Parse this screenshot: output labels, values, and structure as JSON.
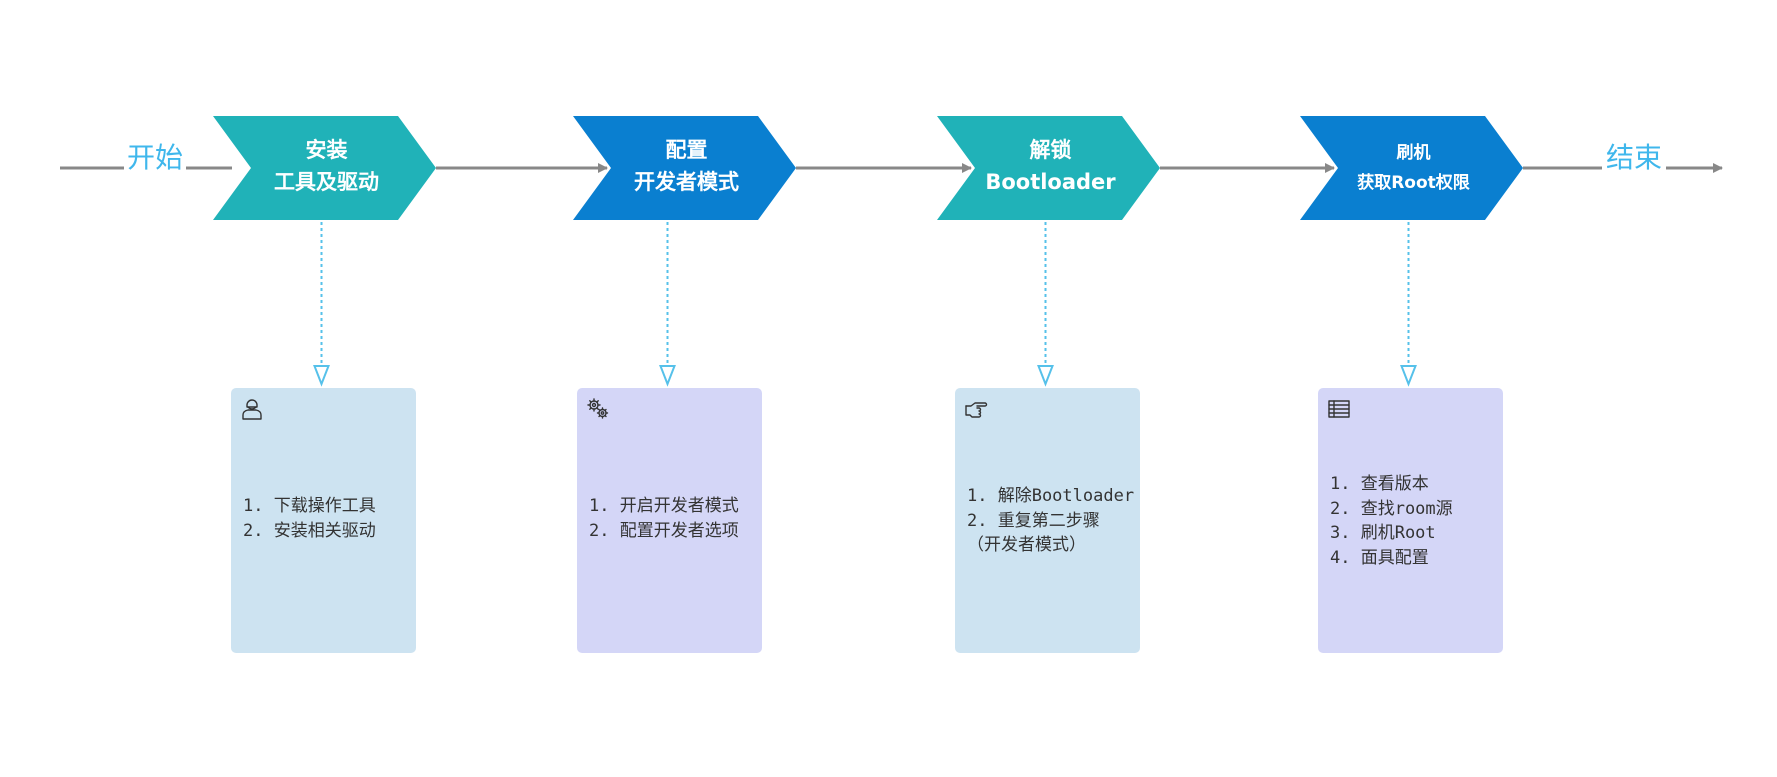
{
  "colors": {
    "teal": "#20b2b8",
    "blue": "#0a7fd0",
    "connector": "#888888",
    "dotted": "#56c1ea",
    "terminal_text": "#3fb7ec",
    "card_blue": "#cde3f1",
    "card_purple": "#d4d6f7"
  },
  "start_label": "开始",
  "end_label": "结束",
  "steps": [
    {
      "title_lines": [
        "安装",
        "工具及驱动"
      ],
      "color": "teal",
      "card": {
        "icon": "user-icon",
        "color": "card_blue",
        "items": [
          "1. 下载操作工具",
          "2. 安装相关驱动"
        ]
      }
    },
    {
      "title_lines": [
        "配置",
        "开发者模式"
      ],
      "color": "blue",
      "card": {
        "icon": "gears-icon",
        "color": "card_purple",
        "items": [
          "1. 开启开发者模式",
          "2. 配置开发者选项"
        ]
      }
    },
    {
      "title_lines": [
        "解锁",
        "Bootloader"
      ],
      "color": "teal",
      "card": {
        "icon": "hand-pointer-icon",
        "color": "card_blue",
        "items": [
          "1. 解除Bootloader",
          "2. 重复第二步骤",
          "（开发者模式）"
        ]
      }
    },
    {
      "title_lines": [
        "刷机",
        "获取Root权限"
      ],
      "color": "blue",
      "card": {
        "icon": "list-icon",
        "color": "card_purple",
        "items": [
          "1. 查看版本",
          "2. 查找room源",
          "3. 刷机Root",
          "4. 面具配置"
        ]
      }
    }
  ]
}
